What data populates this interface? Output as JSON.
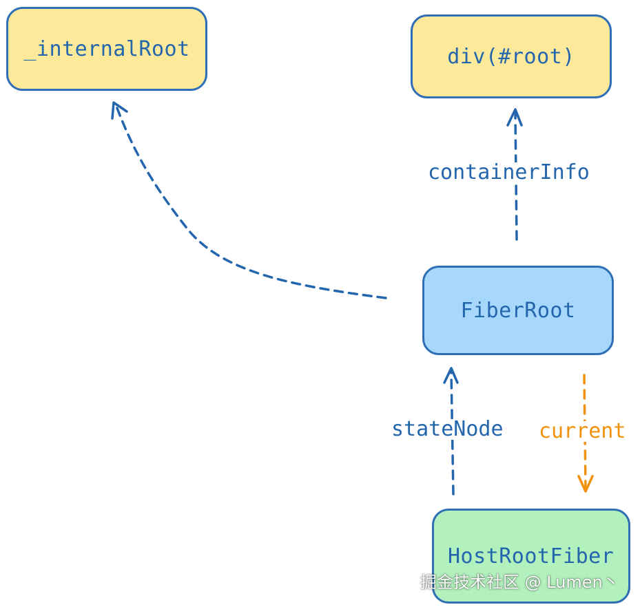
{
  "nodes": {
    "internal_root": "_internalRoot",
    "div_root": "div(#root)",
    "fiber_root": "FiberRoot",
    "host_root_fiber": "HostRootFiber"
  },
  "edges": {
    "container_info": "containerInfo",
    "state_node": "stateNode",
    "current": "current"
  },
  "watermark": "掘金技术社区 @ Lumen丶",
  "colors": {
    "node_border": "#2f6fb5",
    "text_blue": "#2466ad",
    "yellow_fill": "#fde99a",
    "blue_fill": "#a7d8fb",
    "green_fill": "#b2f0bd",
    "orange": "#f0920f"
  }
}
